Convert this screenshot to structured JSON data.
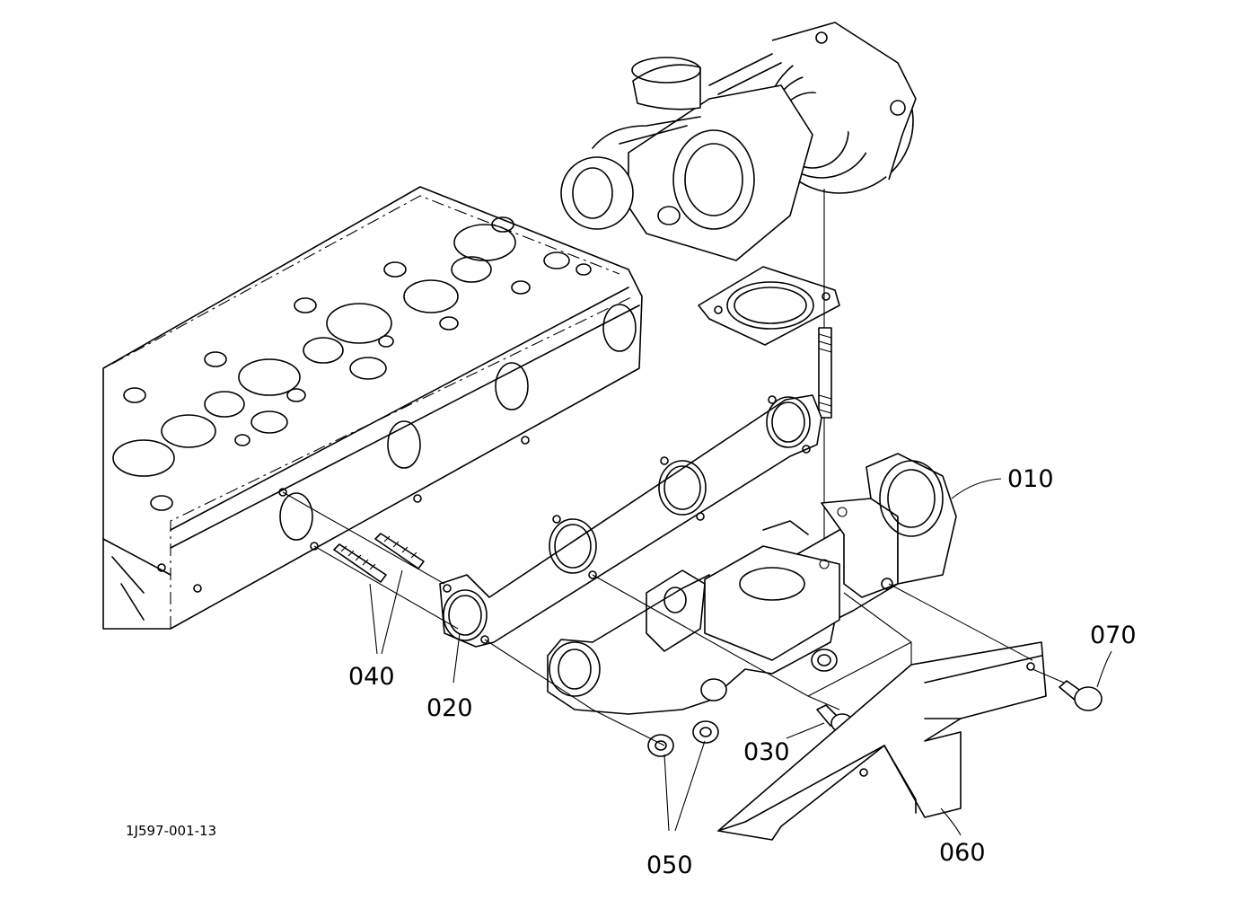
{
  "diagram": {
    "parts": [
      {
        "id": "010",
        "label": "010",
        "name": "exhaust-manifold"
      },
      {
        "id": "020",
        "label": "020",
        "name": "manifold-gasket"
      },
      {
        "id": "030",
        "label": "030",
        "name": "manifold-bolt"
      },
      {
        "id": "040",
        "label": "040",
        "name": "stud-bolt"
      },
      {
        "id": "050",
        "label": "050",
        "name": "nut"
      },
      {
        "id": "060",
        "label": "060",
        "name": "bracket"
      },
      {
        "id": "070",
        "label": "070",
        "name": "bracket-bolt"
      }
    ],
    "drawing_code": "1J597-001-13"
  }
}
